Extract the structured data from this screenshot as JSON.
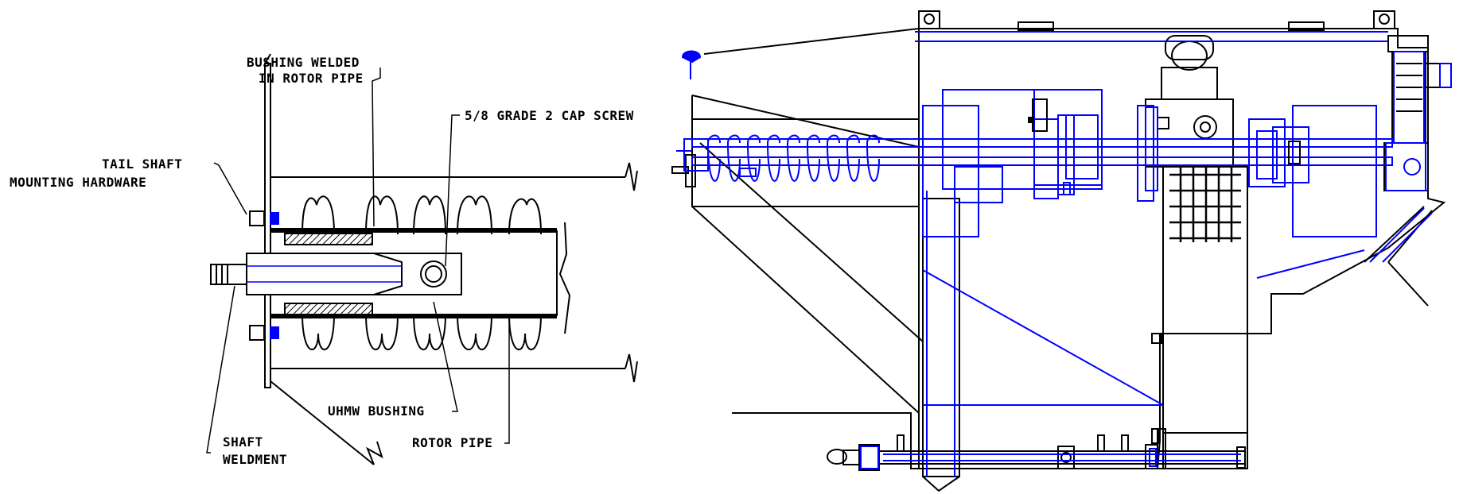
{
  "labels": {
    "bushing_welded_line1": "BUSHING WELDED",
    "bushing_welded_line2": "IN ROTOR PIPE",
    "cap_screw": "5/8 GRADE 2 CAP SCREW",
    "tail_shaft_line1": "TAIL SHAFT",
    "tail_shaft_line2": "MOUNTING HARDWARE",
    "uhmw_bushing": "UHMW BUSHING",
    "rotor_pipe": "ROTOR PIPE",
    "shaft_weldment_line1": "SHAFT",
    "shaft_weldment_line2": "WELDMENT"
  },
  "colors": {
    "line": "#000000",
    "accent": "#0000ff",
    "background": "#ffffff"
  }
}
